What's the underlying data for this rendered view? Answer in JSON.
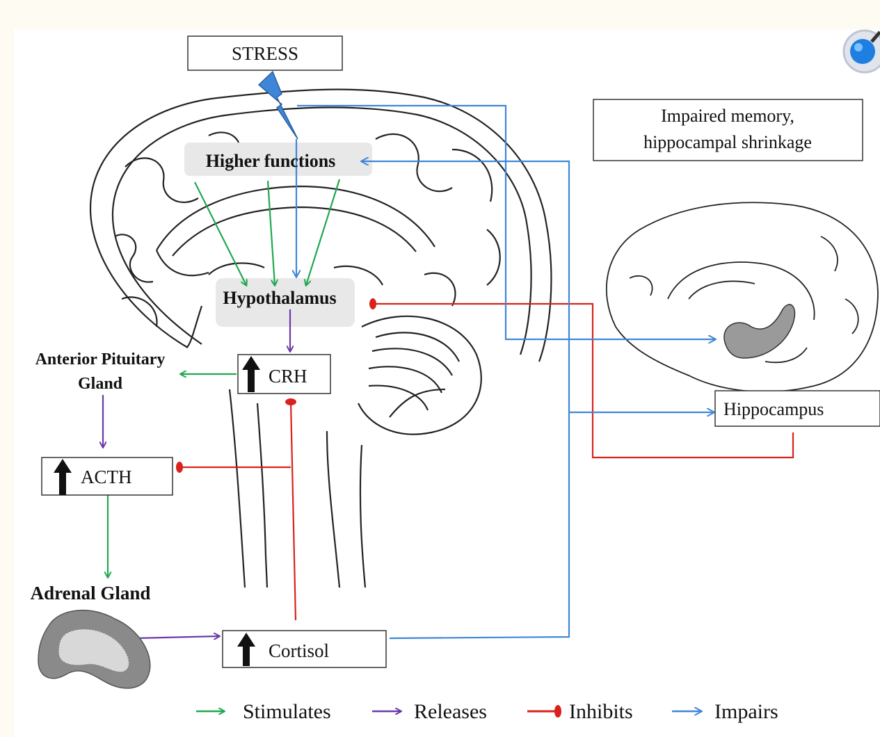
{
  "nodes": {
    "stress": "STRESS",
    "higher_functions": "Higher functions",
    "hypothalamus": "Hypothalamus",
    "crh": "CRH",
    "anterior_pituitary_line1": "Anterior Pituitary",
    "anterior_pituitary_line2": "Gland",
    "acth": "ACTH",
    "adrenal_gland": "Adrenal Gland",
    "cortisol": "Cortisol",
    "hippocampus": "Hippocampus",
    "impaired_line1": "Impaired memory,",
    "impaired_line2": "hippocampal shrinkage"
  },
  "legend": {
    "stimulates": "Stimulates",
    "releases": "Releases",
    "inhibits": "Inhibits",
    "impairs": "Impairs"
  },
  "colors": {
    "stimulates": "#1fa84f",
    "releases": "#6a3aa8",
    "inhibits": "#d9221c",
    "impairs": "#3f86d8"
  },
  "icons": {
    "corner": "magnifier-icon",
    "stress": "lightning-bolt-icon",
    "increase": "up-arrow-icon"
  }
}
